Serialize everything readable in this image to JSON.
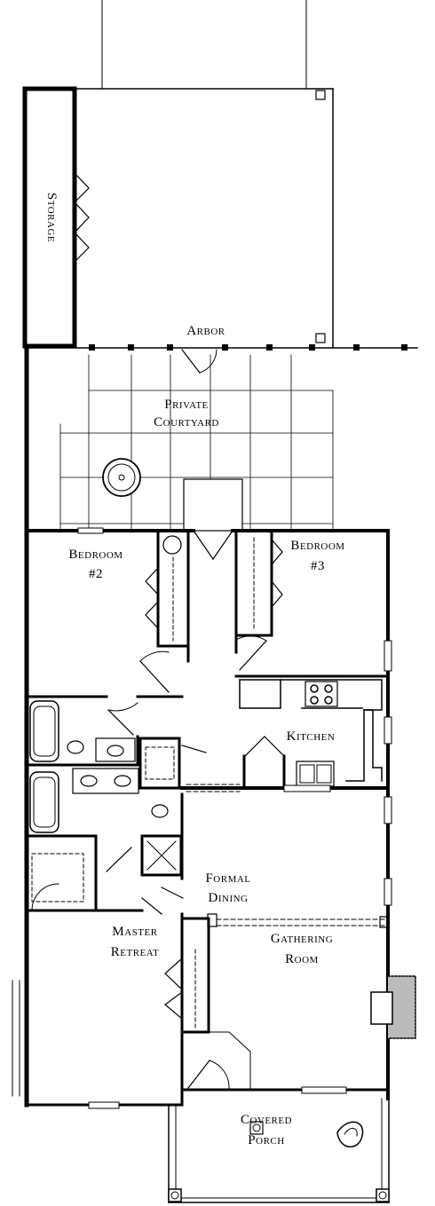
{
  "rooms": {
    "storage": "Storage",
    "arbor": "Arbor",
    "courtyard_line1": "Private",
    "courtyard_line2": "Courtyard",
    "bedroom2_line1": "Bedroom",
    "bedroom2_line2": "#2",
    "bedroom3_line1": "Bedroom",
    "bedroom3_line2": "#3",
    "kitchen": "Kitchen",
    "dining_line1": "Formal",
    "dining_line2": "Dining",
    "master_line1": "Master",
    "master_line2": "Retreat",
    "gathering_line1": "Gathering",
    "gathering_line2": "Room",
    "porch_line1": "Covered",
    "porch_line2": "Porch"
  }
}
